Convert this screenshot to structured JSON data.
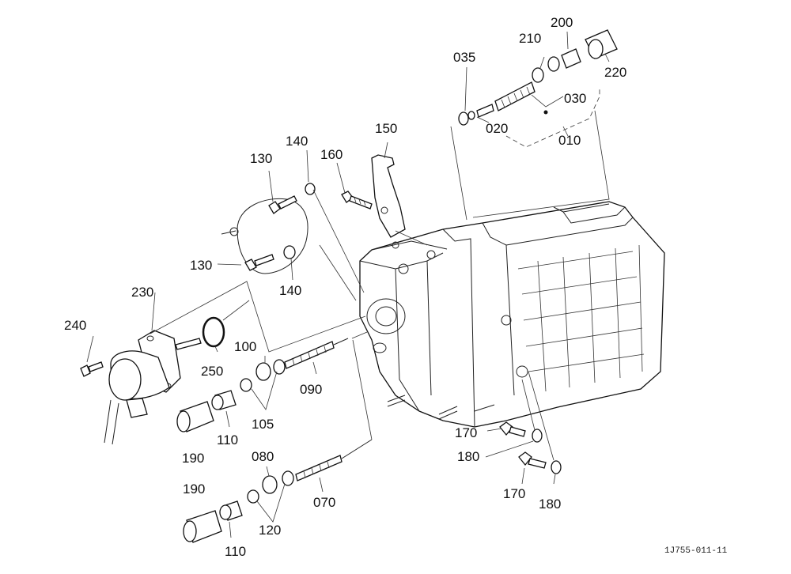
{
  "labels": {
    "l035": "035",
    "l200": "200",
    "l210": "210",
    "l220": "220",
    "l030": "030",
    "l020": "020",
    "l010": "010",
    "l150": "150",
    "l160": "160",
    "l140a": "140",
    "l130a": "130",
    "l130b": "130",
    "l140b": "140",
    "l230": "230",
    "l240": "240",
    "l250": "250",
    "l100": "100",
    "l090": "090",
    "l105": "105",
    "l110a": "110",
    "l190a": "190",
    "l080": "080",
    "l070": "070",
    "l120": "120",
    "l190b": "190",
    "l110b": "110",
    "l170a": "170",
    "l180a": "180",
    "l170b": "170",
    "l180b": "180"
  },
  "drawing_code": "1J755-011-11"
}
